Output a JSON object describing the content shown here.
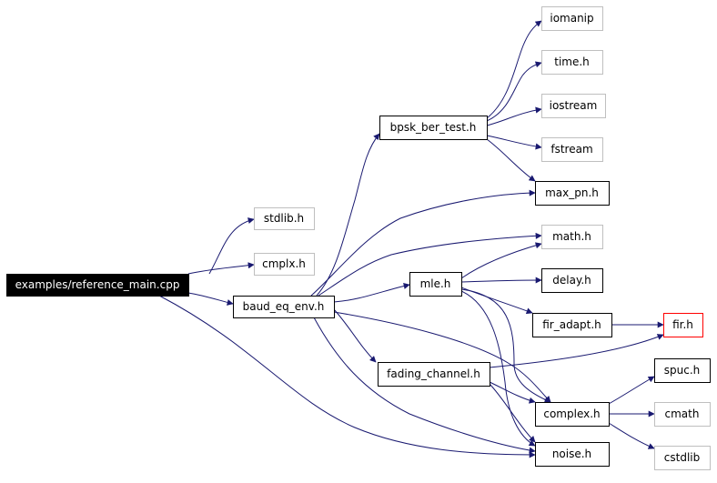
{
  "graph": {
    "root": "examples/reference_main.cpp",
    "nodes": [
      {
        "id": "root",
        "label": "examples/reference_main.cpp",
        "kind": "root"
      },
      {
        "id": "stdlib_h",
        "label": "stdlib.h",
        "kind": "system"
      },
      {
        "id": "cmplx_h",
        "label": "cmplx.h",
        "kind": "system"
      },
      {
        "id": "baud",
        "label": "baud_eq_env.h",
        "kind": "local"
      },
      {
        "id": "bpsk",
        "label": "bpsk_ber_test.h",
        "kind": "local"
      },
      {
        "id": "mle",
        "label": "mle.h",
        "kind": "local"
      },
      {
        "id": "fading",
        "label": "fading_channel.h",
        "kind": "local"
      },
      {
        "id": "iomanip",
        "label": "iomanip",
        "kind": "system"
      },
      {
        "id": "time_h",
        "label": "time.h",
        "kind": "system"
      },
      {
        "id": "iostream",
        "label": "iostream",
        "kind": "system"
      },
      {
        "id": "fstream",
        "label": "fstream",
        "kind": "system"
      },
      {
        "id": "maxpn",
        "label": "max_pn.h",
        "kind": "local"
      },
      {
        "id": "math_h",
        "label": "math.h",
        "kind": "system"
      },
      {
        "id": "delay",
        "label": "delay.h",
        "kind": "local"
      },
      {
        "id": "fir_adapt",
        "label": "fir_adapt.h",
        "kind": "local"
      },
      {
        "id": "fir",
        "label": "fir.h",
        "kind": "truncated"
      },
      {
        "id": "complex_h",
        "label": "complex.h",
        "kind": "local"
      },
      {
        "id": "noise",
        "label": "noise.h",
        "kind": "local"
      },
      {
        "id": "spuc",
        "label": "spuc.h",
        "kind": "local"
      },
      {
        "id": "cmath",
        "label": "cmath",
        "kind": "system"
      },
      {
        "id": "cstdlib",
        "label": "cstdlib",
        "kind": "system"
      }
    ],
    "edges": [
      {
        "from": "root",
        "to": "stdlib_h"
      },
      {
        "from": "root",
        "to": "cmplx_h"
      },
      {
        "from": "root",
        "to": "baud"
      },
      {
        "from": "root",
        "to": "noise"
      },
      {
        "from": "baud",
        "to": "bpsk"
      },
      {
        "from": "baud",
        "to": "maxpn"
      },
      {
        "from": "baud",
        "to": "math_h"
      },
      {
        "from": "baud",
        "to": "mle"
      },
      {
        "from": "baud",
        "to": "fading"
      },
      {
        "from": "baud",
        "to": "complex_h"
      },
      {
        "from": "baud",
        "to": "noise"
      },
      {
        "from": "bpsk",
        "to": "iomanip"
      },
      {
        "from": "bpsk",
        "to": "time_h"
      },
      {
        "from": "bpsk",
        "to": "iostream"
      },
      {
        "from": "bpsk",
        "to": "fstream"
      },
      {
        "from": "bpsk",
        "to": "maxpn"
      },
      {
        "from": "mle",
        "to": "math_h"
      },
      {
        "from": "mle",
        "to": "delay"
      },
      {
        "from": "mle",
        "to": "fir_adapt"
      },
      {
        "from": "mle",
        "to": "complex_h"
      },
      {
        "from": "mle",
        "to": "noise"
      },
      {
        "from": "fir_adapt",
        "to": "fir"
      },
      {
        "from": "fading",
        "to": "fir"
      },
      {
        "from": "fading",
        "to": "complex_h"
      },
      {
        "from": "fading",
        "to": "noise"
      },
      {
        "from": "complex_h",
        "to": "spuc"
      },
      {
        "from": "complex_h",
        "to": "cmath"
      },
      {
        "from": "complex_h",
        "to": "cstdlib"
      }
    ]
  },
  "colors": {
    "edge": "#191970",
    "root_fill": "#000000",
    "root_text": "#ffffff",
    "local_border": "#000000",
    "system_border": "#bfbfbf",
    "truncated_border": "#ff0000"
  }
}
